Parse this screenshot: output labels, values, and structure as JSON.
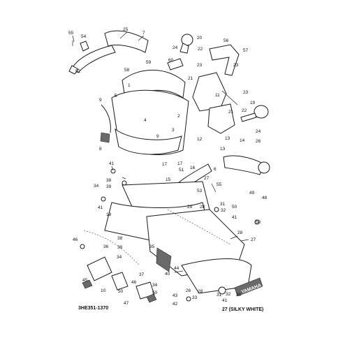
{
  "diagram": {
    "code": "3HE351-1370",
    "note_color": "27 (SILKY WHITE)",
    "callouts": [
      {
        "id": "c-55",
        "text": "55"
      },
      {
        "id": "c-54",
        "text": "54"
      },
      {
        "id": "c-52",
        "text": "52"
      },
      {
        "id": "c-25",
        "text": "25"
      },
      {
        "id": "c-7",
        "text": "7"
      },
      {
        "id": "c-58",
        "text": "58"
      },
      {
        "id": "c-59",
        "text": "59"
      },
      {
        "id": "c-60",
        "text": "60"
      },
      {
        "id": "c-1",
        "text": "1"
      },
      {
        "id": "c-9a",
        "text": "9"
      },
      {
        "id": "c-5",
        "text": "5"
      },
      {
        "id": "c-2",
        "text": "2"
      },
      {
        "id": "c-4",
        "text": "4"
      },
      {
        "id": "c-3",
        "text": "3"
      },
      {
        "id": "c-9b",
        "text": "9"
      },
      {
        "id": "c-8",
        "text": "8"
      },
      {
        "id": "c-20",
        "text": "20"
      },
      {
        "id": "c-24a",
        "text": "24"
      },
      {
        "id": "c-22a",
        "text": "22"
      },
      {
        "id": "c-23a",
        "text": "23"
      },
      {
        "id": "c-21a",
        "text": "21"
      },
      {
        "id": "c-56",
        "text": "56"
      },
      {
        "id": "c-57",
        "text": "57"
      },
      {
        "id": "c-23b",
        "text": "23"
      },
      {
        "id": "c-23c",
        "text": "23"
      },
      {
        "id": "c-11",
        "text": "11"
      },
      {
        "id": "c-19",
        "text": "19"
      },
      {
        "id": "c-22b",
        "text": "22"
      },
      {
        "id": "c-21b",
        "text": "21"
      },
      {
        "id": "c-24b",
        "text": "24"
      },
      {
        "id": "c-13a",
        "text": "13"
      },
      {
        "id": "c-12",
        "text": "12"
      },
      {
        "id": "c-13b",
        "text": "13"
      },
      {
        "id": "c-14",
        "text": "14"
      },
      {
        "id": "c-26",
        "text": "26"
      },
      {
        "id": "c-6",
        "text": "6"
      },
      {
        "id": "c-17a",
        "text": "17"
      },
      {
        "id": "c-16",
        "text": "16"
      },
      {
        "id": "c-17b",
        "text": "17"
      },
      {
        "id": "c-15",
        "text": "15"
      },
      {
        "id": "c-51",
        "text": "51"
      },
      {
        "id": "c-41a",
        "text": "41"
      },
      {
        "id": "c-38a",
        "text": "38"
      },
      {
        "id": "c-34a",
        "text": "34"
      },
      {
        "id": "c-39a",
        "text": "39"
      },
      {
        "id": "c-41b",
        "text": "41"
      },
      {
        "id": "c-18",
        "text": "18"
      },
      {
        "id": "c-53",
        "text": "53"
      },
      {
        "id": "c-27a",
        "text": "27"
      },
      {
        "id": "c-55b",
        "text": "55"
      },
      {
        "id": "c-49",
        "text": "49"
      },
      {
        "id": "c-50a",
        "text": "50"
      },
      {
        "id": "c-48",
        "text": "48"
      },
      {
        "id": "c-29",
        "text": "29"
      },
      {
        "id": "c-28a",
        "text": "28"
      },
      {
        "id": "c-31a",
        "text": "31"
      },
      {
        "id": "c-32a",
        "text": "32"
      },
      {
        "id": "c-41c",
        "text": "41"
      },
      {
        "id": "c-50b",
        "text": "50"
      },
      {
        "id": "c-28b",
        "text": "28"
      },
      {
        "id": "c-27b",
        "text": "27"
      },
      {
        "id": "c-46a",
        "text": "46"
      },
      {
        "id": "c-36",
        "text": "36"
      },
      {
        "id": "c-38b",
        "text": "38"
      },
      {
        "id": "c-39b",
        "text": "39"
      },
      {
        "id": "c-35",
        "text": "35"
      },
      {
        "id": "c-45",
        "text": "45"
      },
      {
        "id": "c-34b",
        "text": "34"
      },
      {
        "id": "c-37",
        "text": "37"
      },
      {
        "id": "c-40",
        "text": "40"
      },
      {
        "id": "c-44",
        "text": "44"
      },
      {
        "id": "c-10",
        "text": "10"
      },
      {
        "id": "c-50c",
        "text": "50"
      },
      {
        "id": "c-46b",
        "text": "46"
      },
      {
        "id": "c-47",
        "text": "47"
      },
      {
        "id": "c-34c",
        "text": "34"
      },
      {
        "id": "c-50d",
        "text": "50"
      },
      {
        "id": "c-43",
        "text": "43"
      },
      {
        "id": "c-42",
        "text": "42"
      },
      {
        "id": "c-26b",
        "text": "26"
      },
      {
        "id": "c-28c",
        "text": "28"
      },
      {
        "id": "c-33",
        "text": "33"
      },
      {
        "id": "c-31b",
        "text": "31"
      },
      {
        "id": "c-32b",
        "text": "32"
      },
      {
        "id": "c-41d",
        "text": "41"
      },
      {
        "id": "c-30",
        "text": "30"
      }
    ],
    "emblem": "YAMAHA"
  }
}
